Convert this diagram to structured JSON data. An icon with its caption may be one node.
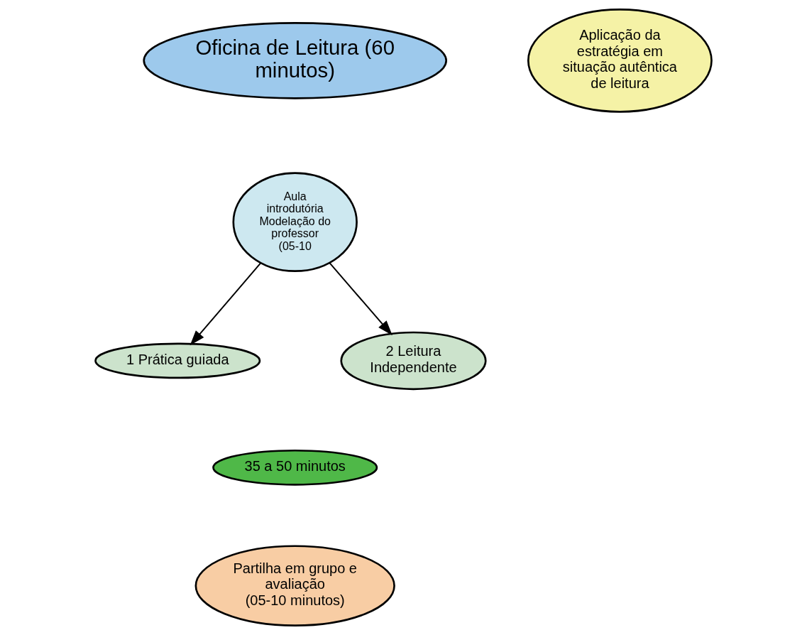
{
  "diagram": {
    "nodes": [
      {
        "text": [
          "Oficina de Leitura (60 minutos)"
        ]
      },
      {
        "text": [
          "Aplicação da estratégia em situação autêntica de leitura"
        ]
      },
      {
        "text": [
          "Aula introdutória Modelação do professor (05-10"
        ]
      },
      {
        "text": [
          "1 Prática guiada"
        ]
      },
      {
        "text": [
          "2 Leitura Independente"
        ]
      },
      {
        "text": [
          "35 a 50 minutos"
        ]
      },
      {
        "text": [
          "Partilha em grupo e avaliação",
          "(05-10 minutos)"
        ]
      }
    ],
    "edges": [
      {
        "from": 2,
        "to": 3,
        "arrow": "to"
      },
      {
        "from": 2,
        "to": 4,
        "arrow": "to"
      }
    ]
  }
}
